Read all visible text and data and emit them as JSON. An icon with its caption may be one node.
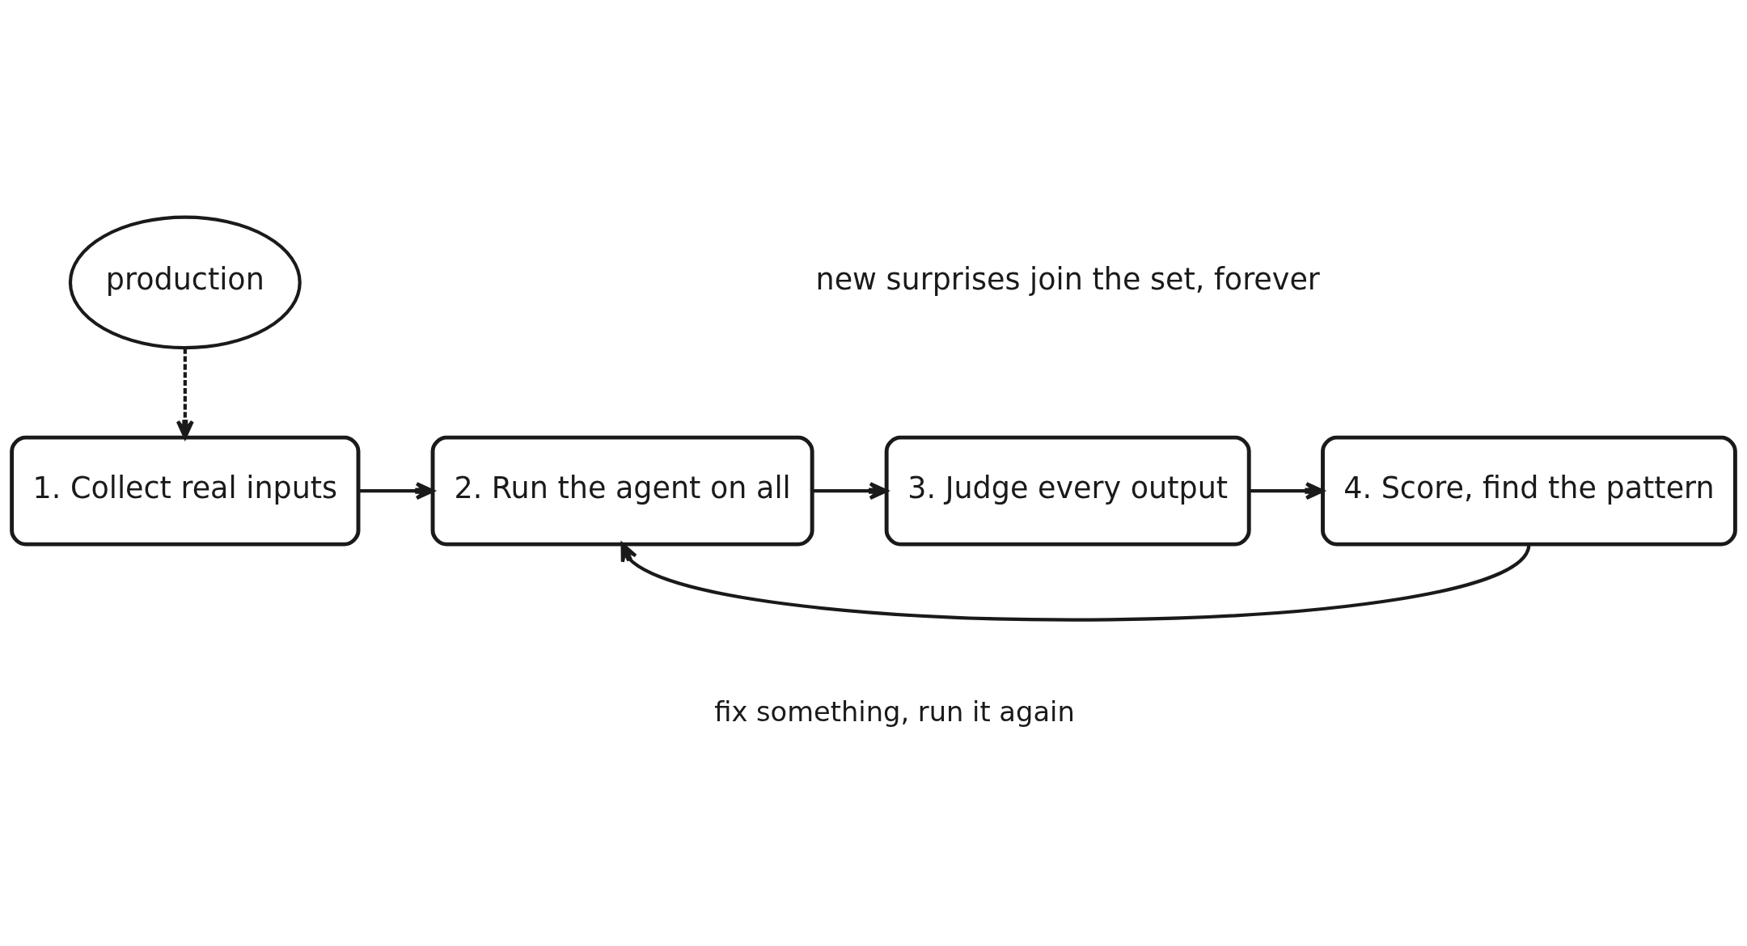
{
  "diagram": {
    "nodes": [
      {
        "text": [
          "production"
        ]
      },
      {
        "text": [
          "1. Collect real inputs"
        ]
      },
      {
        "text": [
          "2. Run the agent on all"
        ]
      },
      {
        "text": [
          "3. Judge every output"
        ]
      },
      {
        "text": [
          "4. Score, find the pattern"
        ]
      }
    ],
    "edges": [
      {
        "from": 0,
        "to": 1,
        "arrow": "to",
        "style": "dashed"
      },
      {
        "from": 1,
        "to": 2,
        "arrow": "to"
      },
      {
        "from": 2,
        "to": 3,
        "arrow": "to"
      },
      {
        "from": 3,
        "to": 4,
        "arrow": "to"
      },
      {
        "from": 4,
        "to": 2,
        "arrow": "to",
        "label": "fix something, run it again"
      }
    ],
    "labels": [
      "new surprises join the set, forever"
    ]
  }
}
